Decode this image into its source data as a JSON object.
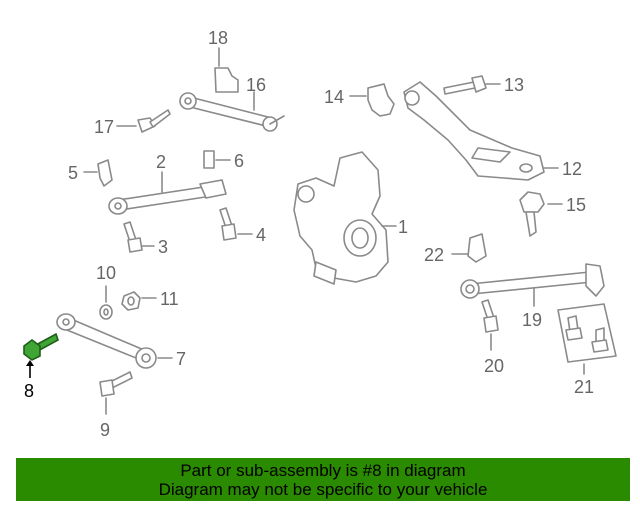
{
  "callouts": {
    "c1": "1",
    "c2": "2",
    "c3": "3",
    "c4": "4",
    "c5": "5",
    "c6": "6",
    "c7": "7",
    "c8": "8",
    "c9": "9",
    "c10": "10",
    "c11": "11",
    "c12": "12",
    "c13": "13",
    "c14": "14",
    "c15": "15",
    "c16": "16",
    "c17": "17",
    "c18": "18",
    "c19": "19",
    "c20": "20",
    "c21": "21",
    "c22": "22"
  },
  "highlighted_part": "8",
  "colors": {
    "highlight": "#3fa635",
    "banner": "#2a8a00",
    "label": "#666666",
    "line": "#8a8a8a"
  },
  "banner": {
    "line1": "Part or sub-assembly is #8 in diagram",
    "line2": "Diagram may not be specific to your vehicle"
  }
}
